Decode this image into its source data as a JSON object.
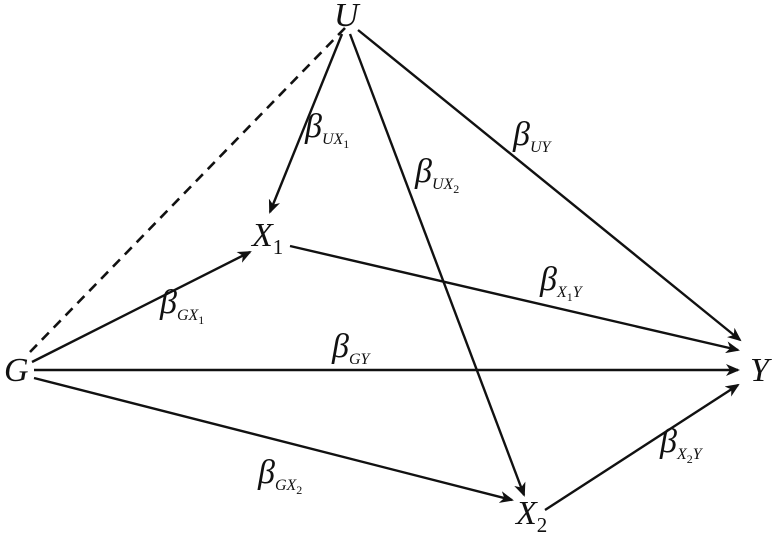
{
  "diagram": {
    "nodes": {
      "U": {
        "main": "U",
        "sub": ""
      },
      "X1": {
        "main": "X",
        "sub": "1"
      },
      "X2": {
        "main": "X",
        "sub": "2"
      },
      "G": {
        "main": "G",
        "sub": ""
      },
      "Y": {
        "main": "Y",
        "sub": ""
      }
    },
    "edges": [
      {
        "id": "U-X1",
        "from": "U",
        "to": "X1",
        "style": "arrow"
      },
      {
        "id": "U-X2",
        "from": "U",
        "to": "X2",
        "style": "arrow"
      },
      {
        "id": "U-Y",
        "from": "U",
        "to": "Y",
        "style": "arrow"
      },
      {
        "id": "G-U",
        "from": "G",
        "to": "U",
        "style": "dashed"
      },
      {
        "id": "G-X1",
        "from": "G",
        "to": "X1",
        "style": "arrow"
      },
      {
        "id": "G-Y",
        "from": "G",
        "to": "Y",
        "style": "arrow"
      },
      {
        "id": "G-X2",
        "from": "G",
        "to": "X2",
        "style": "arrow"
      },
      {
        "id": "X1-Y",
        "from": "X1",
        "to": "Y",
        "style": "arrow"
      },
      {
        "id": "X2-Y",
        "from": "X2",
        "to": "Y",
        "style": "arrow"
      }
    ],
    "labels": {
      "UX1": {
        "symbol": "β",
        "sub": "UX",
        "subsub": "1"
      },
      "UX2": {
        "symbol": "β",
        "sub": "UX",
        "subsub": "2"
      },
      "UY": {
        "symbol": "β",
        "sub": "UY",
        "subsub": ""
      },
      "X1Y": {
        "symbol": "β",
        "sub": "X",
        "subsub": "1",
        "tail": "Y"
      },
      "GX1": {
        "symbol": "β",
        "sub": "GX",
        "subsub": "1"
      },
      "GY": {
        "symbol": "β",
        "sub": "GY",
        "subsub": ""
      },
      "GX2": {
        "symbol": "β",
        "sub": "GX",
        "subsub": "2"
      },
      "X2Y": {
        "symbol": "β",
        "sub": "X",
        "subsub": "2",
        "tail": "Y"
      }
    }
  }
}
